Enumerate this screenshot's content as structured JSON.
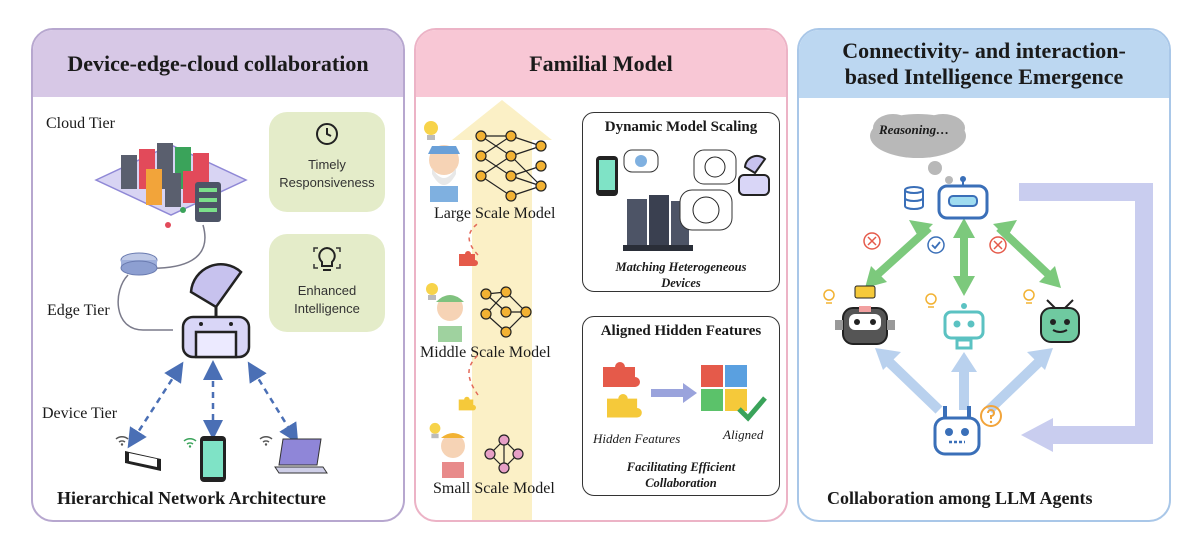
{
  "panel1": {
    "title": "Device-edge-cloud collaboration",
    "cloud_tier": "Cloud Tier",
    "edge_tier": "Edge Tier",
    "device_tier": "Device Tier",
    "card1_line1": "Timely",
    "card1_line2": "Responsiveness",
    "card2_line1": "Enhanced",
    "card2_line2": "Intelligence",
    "footer": "Hierarchical Network Architecture"
  },
  "panel2": {
    "title": "Familial Model",
    "large": "Large Scale Model",
    "middle": "Middle Scale Model",
    "small": "Small Scale Model",
    "box1_title": "Dynamic Model Scaling",
    "box1_caption_line1": "Matching Heterogeneous",
    "box1_caption_line2": "Devices",
    "box2_title": "Aligned Hidden Features",
    "hidden_features": "Hidden Features",
    "aligned": "Aligned",
    "box2_caption_line1": "Facilitating Efficient",
    "box2_caption_line2": "Collaboration"
  },
  "panel3": {
    "title_line1": "Connectivity- and interaction-",
    "title_line2": "based  Intelligence Emergence",
    "reasoning": "Reasoning…",
    "footer": "Collaboration among LLM Agents"
  },
  "colors": {
    "purple_header": "#d7c8e6",
    "pink_header": "#f8c7d5",
    "blue_header": "#bcd7f1",
    "green_card": "#e4ecc9",
    "arrow_blue": "#4a6fb5",
    "arrow_green": "#7cc97c",
    "arrow_lightblue": "#b9d1ee"
  }
}
